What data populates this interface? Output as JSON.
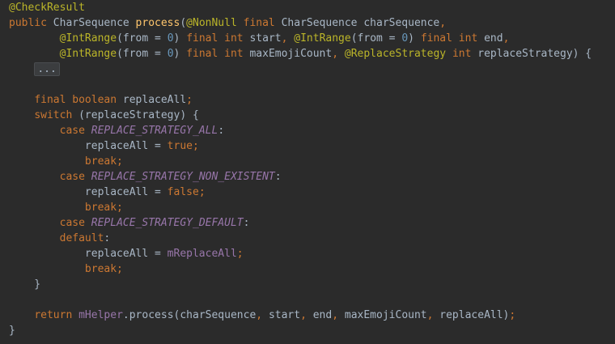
{
  "editor": {
    "lines": [
      [
        {
          "t": "@CheckResult",
          "c": "ann"
        }
      ],
      [
        {
          "t": "public ",
          "c": "kw"
        },
        {
          "t": "CharSequence ",
          "c": "plain"
        },
        {
          "t": "process",
          "c": "fn"
        },
        {
          "t": "(",
          "c": "plain"
        },
        {
          "t": "@NonNull ",
          "c": "ann"
        },
        {
          "t": "final ",
          "c": "kw"
        },
        {
          "t": "CharSequence charSequence",
          "c": "plain"
        },
        {
          "t": ",",
          "c": "kw"
        }
      ],
      [
        {
          "t": "        ",
          "c": "plain"
        },
        {
          "t": "@IntRange",
          "c": "ann"
        },
        {
          "t": "(from = ",
          "c": "plain"
        },
        {
          "t": "0",
          "c": "num"
        },
        {
          "t": ") ",
          "c": "plain"
        },
        {
          "t": "final int ",
          "c": "kw"
        },
        {
          "t": "start",
          "c": "plain"
        },
        {
          "t": ", ",
          "c": "kw"
        },
        {
          "t": "@IntRange",
          "c": "ann"
        },
        {
          "t": "(from = ",
          "c": "plain"
        },
        {
          "t": "0",
          "c": "num"
        },
        {
          "t": ") ",
          "c": "plain"
        },
        {
          "t": "final int ",
          "c": "kw"
        },
        {
          "t": "end",
          "c": "plain"
        },
        {
          "t": ",",
          "c": "kw"
        }
      ],
      [
        {
          "t": "        ",
          "c": "plain"
        },
        {
          "t": "@IntRange",
          "c": "ann"
        },
        {
          "t": "(from = ",
          "c": "plain"
        },
        {
          "t": "0",
          "c": "num"
        },
        {
          "t": ") ",
          "c": "plain"
        },
        {
          "t": "final int ",
          "c": "kw"
        },
        {
          "t": "maxEmojiCount",
          "c": "plain"
        },
        {
          "t": ", ",
          "c": "kw"
        },
        {
          "t": "@ReplaceStrategy ",
          "c": "ann"
        },
        {
          "t": "int ",
          "c": "kw"
        },
        {
          "t": "replaceStrategy) {",
          "c": "plain"
        }
      ],
      [
        {
          "t": "    ",
          "c": "plain"
        },
        {
          "t": "...",
          "c": "fold"
        }
      ],
      [],
      [
        {
          "t": "    ",
          "c": "plain"
        },
        {
          "t": "final boolean ",
          "c": "kw"
        },
        {
          "t": "replaceAll",
          "c": "plain"
        },
        {
          "t": ";",
          "c": "kw"
        }
      ],
      [
        {
          "t": "    ",
          "c": "plain"
        },
        {
          "t": "switch ",
          "c": "kw"
        },
        {
          "t": "(replaceStrategy) {",
          "c": "plain"
        }
      ],
      [
        {
          "t": "        ",
          "c": "plain"
        },
        {
          "t": "case ",
          "c": "kw"
        },
        {
          "t": "REPLACE_STRATEGY_ALL",
          "c": "const"
        },
        {
          "t": ":",
          "c": "plain"
        }
      ],
      [
        {
          "t": "            ",
          "c": "plain"
        },
        {
          "t": "replaceAll = ",
          "c": "plain"
        },
        {
          "t": "true",
          "c": "kw"
        },
        {
          "t": ";",
          "c": "kw"
        }
      ],
      [
        {
          "t": "            ",
          "c": "plain"
        },
        {
          "t": "break;",
          "c": "kw"
        }
      ],
      [
        {
          "t": "        ",
          "c": "plain"
        },
        {
          "t": "case ",
          "c": "kw"
        },
        {
          "t": "REPLACE_STRATEGY_NON_EXISTENT",
          "c": "const"
        },
        {
          "t": ":",
          "c": "plain"
        }
      ],
      [
        {
          "t": "            ",
          "c": "plain"
        },
        {
          "t": "replaceAll = ",
          "c": "plain"
        },
        {
          "t": "false",
          "c": "kw"
        },
        {
          "t": ";",
          "c": "kw"
        }
      ],
      [
        {
          "t": "            ",
          "c": "plain"
        },
        {
          "t": "break;",
          "c": "kw"
        }
      ],
      [
        {
          "t": "        ",
          "c": "plain"
        },
        {
          "t": "case ",
          "c": "kw"
        },
        {
          "t": "REPLACE_STRATEGY_DEFAULT",
          "c": "const"
        },
        {
          "t": ":",
          "c": "plain"
        }
      ],
      [
        {
          "t": "        ",
          "c": "plain"
        },
        {
          "t": "default",
          "c": "kw"
        },
        {
          "t": ":",
          "c": "plain"
        }
      ],
      [
        {
          "t": "            ",
          "c": "plain"
        },
        {
          "t": "replaceAll = ",
          "c": "plain"
        },
        {
          "t": "mReplaceAll",
          "c": "fld"
        },
        {
          "t": ";",
          "c": "kw"
        }
      ],
      [
        {
          "t": "            ",
          "c": "plain"
        },
        {
          "t": "break;",
          "c": "kw"
        }
      ],
      [
        {
          "t": "    }",
          "c": "plain"
        }
      ],
      [],
      [
        {
          "t": "    ",
          "c": "plain"
        },
        {
          "t": "return ",
          "c": "kw"
        },
        {
          "t": "mHelper",
          "c": "fld"
        },
        {
          "t": ".process(charSequence",
          "c": "plain"
        },
        {
          "t": ", ",
          "c": "kw"
        },
        {
          "t": "start",
          "c": "plain"
        },
        {
          "t": ", ",
          "c": "kw"
        },
        {
          "t": "end",
          "c": "plain"
        },
        {
          "t": ", ",
          "c": "kw"
        },
        {
          "t": "maxEmojiCount",
          "c": "plain"
        },
        {
          "t": ", ",
          "c": "kw"
        },
        {
          "t": "replaceAll)",
          "c": "plain"
        },
        {
          "t": ";",
          "c": "kw"
        }
      ],
      [
        {
          "t": "}",
          "c": "plain"
        }
      ]
    ]
  },
  "colors": {
    "background": "#2b2b2b",
    "annotation": "#bbb529",
    "keyword": "#cc7832",
    "method": "#ffc66d",
    "number": "#6897bb",
    "constant": "#9876aa",
    "default_text": "#a9b7c6"
  }
}
